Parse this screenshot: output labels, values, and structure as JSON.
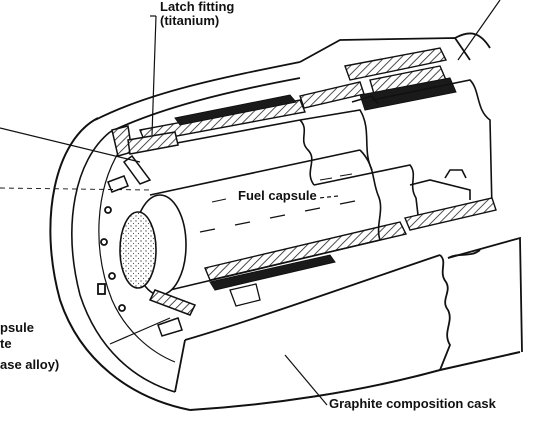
{
  "labels": {
    "latch_line1": "Latch fitting",
    "latch_line2": "(titanium)",
    "fuel_capsule": "Fuel capsule",
    "left_partial_1": "psule",
    "left_partial_2": "te",
    "left_partial_3": "ase alloy)",
    "cask": "Graphite composition cask"
  },
  "colors": {
    "ink": "#111111",
    "paper": "#ffffff",
    "hatch": "#222222",
    "stipple": "#555555"
  }
}
